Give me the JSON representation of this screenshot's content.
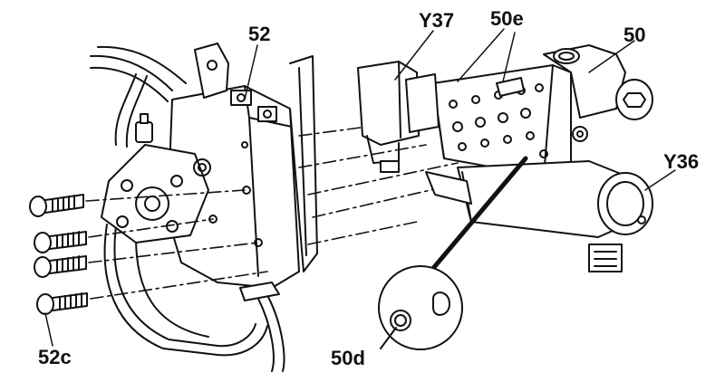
{
  "labels": {
    "pump": "52",
    "valve_y37": "Y37",
    "part_50e": "50e",
    "block": "50",
    "valve_y36": "Y36",
    "screws": "52c",
    "seal": "50d"
  },
  "colors": {
    "ink": "#111111",
    "background": "#ffffff"
  }
}
